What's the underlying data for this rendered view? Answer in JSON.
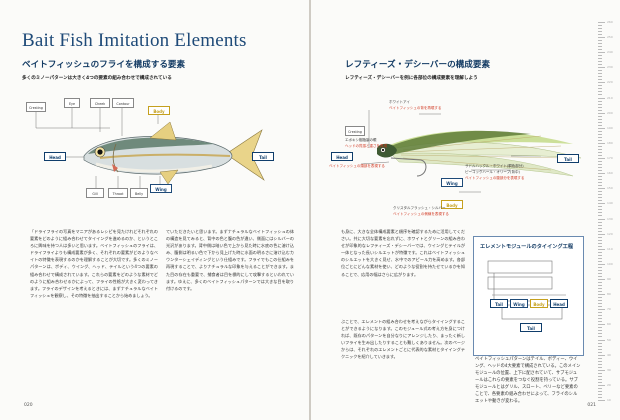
{
  "left_page": {
    "title": "Bait Fish Imitation Elements",
    "heading": "ベイトフィッシュのフライを構成する要素",
    "lead": "多くのミノーパターンは大きく4つの要素の組み合わせで構成されている",
    "parts": {
      "cresting": "Cresting",
      "eye": "Eye",
      "cheek": "Cheek",
      "contour": "Contour",
      "body": "Body",
      "head": "Head",
      "tail": "Tail",
      "wing": "Wing",
      "gill": "Gill",
      "throat": "Throat",
      "belly": "Belly"
    },
    "body_columns": [
      "「ドライフライの写真をマニアがあるレシピを見たけれどそれぞれの要素をどのように組み合わせてタイイングを進めるのか、というところに興味を持つ人は多いと思います。ベイトフィッシュのフライは、ドライフライよりも構成要素が多く、それぞれの要素がどのようなベイトの特徴を表現するのかを理解することが大切です。多くのミノーパターンは、ボディ、ウイング、ヘッド、テイルという4つの要素の組み合わせで構成されています。これらの要素をどのような素材でどのように組み合わせるかによって、フライの性格が大きく変わってきます。フライのデザインを考えるときには、まずナチュラルなベイトフィッシュを観察し、その特徴を抽出することから始めましょう。",
      "ていただきたいと思います。まずナチュラルなベイトフィッシュの体の構造を見てみると、背中の色と腹の色が違い、側面にはシルバーの光沢があります。背中側は暗い色で上から見た時に水底の色に溶け込み、腹側は明るい色で下から見上げた時に水面の明るさに溶け込むカウンターシェイディングという仕組みです。フライでもこの仕組みを再現することで、よりナチュラルな印象を与えることができます。また目の存在も重要で、捕食者は目を標的にして攻撃するといわれています。ゆえに、多くのベイトフィッシュパターンでは大きな目を取り付けるのです。"
    ],
    "page_number": "020"
  },
  "right_page": {
    "heading": "レフティーズ・デシーバーの構成要素",
    "lead": "レフティーズ・デシーバーを例に各部位の構成要素を理解しよう",
    "annotations": [
      "ホワイトアイ",
      "ベイトフィッシュの背を再現する",
      "エポキシ樹脂製の眼",
      "ヘッドの質感と重さを再現",
      "ベイトフィッシュの頭部を表現する",
      "サドルハックル・ホワイト(胴色部分)",
      "ピーコックハール・オリーブ(背中)",
      "ベイトフィッシュの腹部分を表現する",
      "クリスタルフラッシュ・シルバー",
      "ベイトフィッシュの側線を表現する"
    ],
    "parts": {
      "cresting": "Cresting",
      "head": "Head",
      "wing": "Wing",
      "body": "Body",
      "tail": "Tail"
    },
    "body_columns": [
      "も身に、大きな全体構成要素と順序を確認するために活用してください。共に大切な要素を忘れずに、ホワイトとグリーンの組み合わせが印象的なレフティーズ・デシーバーでは、ウイングとテイルが一体となった長いシルエットが特徴です。これはベイトフィッシュのシルエットを大きく見せ、水中でのアピール力を高めます。各部位ごとにどんな素材を使い、どのような役割を持たせているかを知ることで、応用の幅はさらに広がります。",
      "ぶことで、エレメントの組み合わせを考えながらタイイングすることができるようになります。このモジュール式の考え方を身につければ、既存のパターンを自分なりにアレンジしたり、まったく新しいフライを生み出したりすることも難しくありません。次のページからは、それぞれのエレメントごとに代表的な素材とタイイングテクニックを紹介していきます。"
    ],
    "sidebar": {
      "title": "エレメントモジュールのタイイング工程",
      "steps": [
        "Tail",
        "Wing",
        "Body",
        "Head",
        "Tail"
      ],
      "body": "ベイトフィッシュパターンはテイル、ボディー、ウイング、ヘッドの4大要素で構成されている。このメインモジュールの位置、上下に配されていて、サブモジュールはこれらの要素をつなぐ役割を持っている。サブモジュールとはグリル、スロート、ベリーなど要素のことで、各要素の組み合わせによって、フライのシルエットや動きが変わる。"
    },
    "page_number": "021"
  },
  "ruler": {
    "labels": [
      "260",
      "250",
      "240",
      "230",
      "220",
      "210",
      "200",
      "190",
      "180",
      "170",
      "160",
      "150",
      "140",
      "130",
      "120",
      "110",
      "100",
      "90",
      "80",
      "70",
      "60",
      "50",
      "40",
      "30",
      "20",
      "10"
    ]
  }
}
